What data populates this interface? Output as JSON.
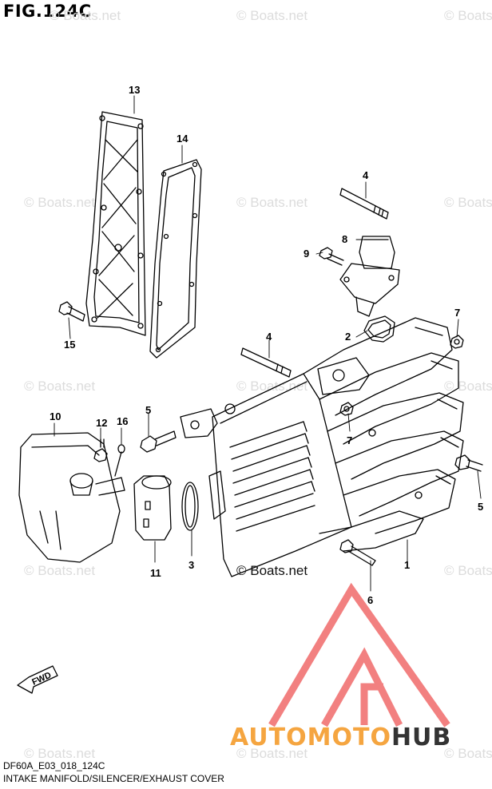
{
  "figure_title": "FIG.124C",
  "watermark_text": "© Boats.net",
  "center_credit": "© Boats.net",
  "footer": {
    "code": "DF60A_E03_018_124C",
    "caption": "INTAKE MANIFOLD/SILENCER/EXHAUST COVER"
  },
  "direction_marker": "FWD",
  "brand": {
    "part1": "AUTOMOTO",
    "part2": "HUB",
    "accent_color": "#f5a540",
    "dark_color": "#333333",
    "logo_color": "#f06a6a"
  },
  "callouts": {
    "c1": "1",
    "c2": "2",
    "c3": "3",
    "c4a": "4",
    "c4b": "4",
    "c5a": "5",
    "c5b": "5",
    "c6": "6",
    "c7a": "7",
    "c7b": "7",
    "c8": "8",
    "c9": "9",
    "c10": "10",
    "c11": "11",
    "c12": "12",
    "c13": "13",
    "c14": "14",
    "c15": "15",
    "c16": "16"
  }
}
